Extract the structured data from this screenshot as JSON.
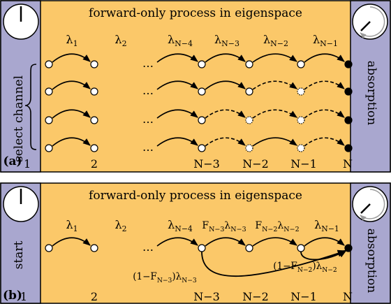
{
  "colors": {
    "panel_fill": "#FBC869",
    "side_bar_fill": "#A9A7CF",
    "stroke": "#000000",
    "clock_hand_gray": "#9a9a9a"
  },
  "panel_a": {
    "tag": "(a)",
    "title": "forward-only process in eigenspace",
    "left_label": "select channel",
    "right_label": "absorption",
    "rate_labels": [
      "λ",
      "λ",
      "λ",
      "λ",
      "λ",
      "λ"
    ],
    "rate_subscripts": [
      "1",
      "2",
      "N−4",
      "N−3",
      "N−2",
      "N−1"
    ],
    "ellipsis": "…",
    "node_labels": [
      "1",
      "2",
      "N−3",
      "N−2",
      "N−1",
      "N"
    ],
    "rows": 4
  },
  "panel_b": {
    "tag": "(b)",
    "title": "forward-only process in eigenspace",
    "left_label": "start",
    "right_label": "absorption",
    "rate_labels": [
      "λ₁",
      "λ₂",
      "λN−4",
      "FN−3λN−3",
      "FN−2λN−2",
      "λN−1"
    ],
    "jump_labels": [
      "(1−FN−3)λN−3",
      "(1−FN−2)λN−2"
    ],
    "ellipsis": "…",
    "node_labels": [
      "1",
      "2",
      "N−3",
      "N−2",
      "N−1",
      "N"
    ]
  }
}
